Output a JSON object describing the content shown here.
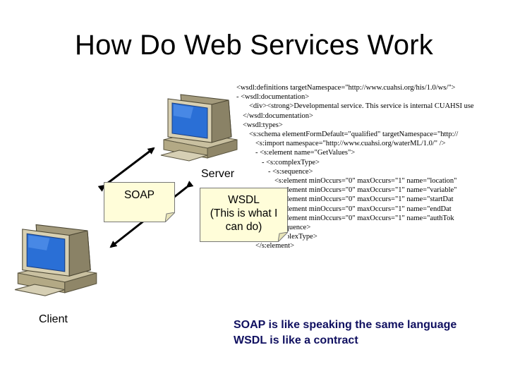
{
  "slide": {
    "title": "How Do Web Services Work"
  },
  "labels": {
    "server": "Server",
    "client": "Client"
  },
  "notes": {
    "soap": "SOAP",
    "wsdl_line1": "WSDL",
    "wsdl_line2": "(This is what I",
    "wsdl_line3": "can do)"
  },
  "captions": {
    "line1": "SOAP is like speaking the same language",
    "line2": "WSDL is like a contract"
  },
  "wsdl_snippet": [
    {
      "indent": 0,
      "text": "<wsdl:definitions targetNamespace=\"http://www.cuahsi.org/his/1.0/ws/\">"
    },
    {
      "indent": 0,
      "text": "- <wsdl:documentation>"
    },
    {
      "indent": 2,
      "text": "<div><strong>Developmental service. This service is internal CUAHSI use"
    },
    {
      "indent": 1,
      "text": "</wsdl:documentation>"
    },
    {
      "indent": 1,
      "text": "<wsdl:types>"
    },
    {
      "indent": 2,
      "text": "<s:schema elementFormDefault=\"qualified\" targetNamespace=\"http://"
    },
    {
      "indent": 3,
      "text": "<s:import namespace=\"http://www.cuahsi.org/waterML/1.0/\" />"
    },
    {
      "indent": 3,
      "text": "- <s:element name=\"GetValues\">"
    },
    {
      "indent": 4,
      "text": "- <s:complexType>"
    },
    {
      "indent": 5,
      "text": "- <s:sequence>"
    },
    {
      "indent": 6,
      "text": "<s:element minOccurs=\"0\" maxOccurs=\"1\" name=\"location\""
    },
    {
      "indent": 6,
      "text": "<s:element minOccurs=\"0\" maxOccurs=\"1\" name=\"variable\""
    },
    {
      "indent": 6,
      "text": "<s:element minOccurs=\"0\" maxOccurs=\"1\" name=\"startDat"
    },
    {
      "indent": 6,
      "text": "<s:element minOccurs=\"0\" maxOccurs=\"1\" name=\"endDat"
    },
    {
      "indent": 6,
      "text": "<s:element minOccurs=\"0\" maxOccurs=\"1\" name=\"authTok"
    },
    {
      "indent": 5,
      "text": "</s:sequence>"
    },
    {
      "indent": 4,
      "text": "</s:complexType>"
    },
    {
      "indent": 3,
      "text": "</s:element>"
    }
  ],
  "colors": {
    "note_fill": "#fffdd9",
    "caption_text": "#101060",
    "monitor_screen": "#2a6fd6"
  },
  "icons": [
    "server-computer-icon",
    "client-computer-icon"
  ]
}
